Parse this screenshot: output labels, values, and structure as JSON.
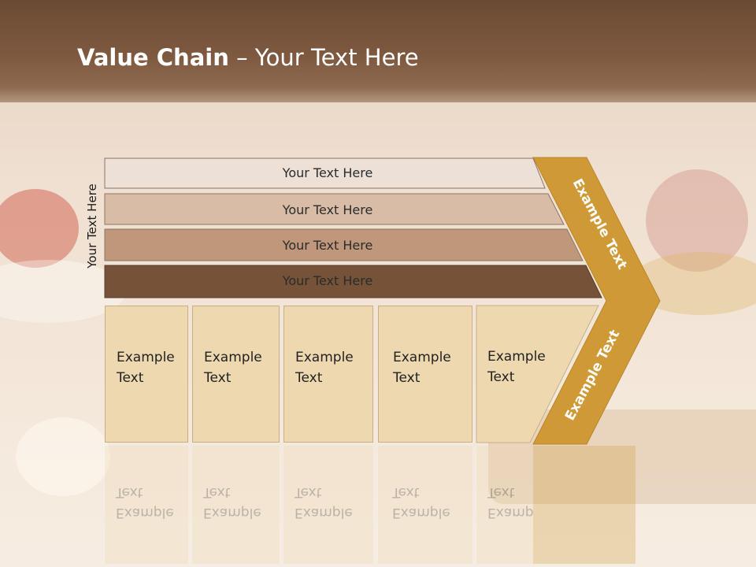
{
  "title": {
    "bold": "Value Chain",
    "rest": " – Your Text Here"
  },
  "side_label": "Your Text Here",
  "bands": [
    {
      "label": "Your Text Here",
      "color": "#ece0d7"
    },
    {
      "label": "Your Text Here",
      "color": "#d9bca6"
    },
    {
      "label": "Your Text Here",
      "color": "#bf977a"
    },
    {
      "label": "Your Text Here",
      "color": "#765239"
    }
  ],
  "boxes": [
    {
      "line1": "Example",
      "line2": "Text"
    },
    {
      "line1": "Example",
      "line2": "Text"
    },
    {
      "line1": "Example",
      "line2": "Text"
    },
    {
      "line1": "Example",
      "line2": "Text"
    },
    {
      "line1": "Example",
      "line2": "Text"
    }
  ],
  "arrow": {
    "upper_label": "Example Text",
    "lower_label": "Example Text",
    "color": "#cf9a36"
  },
  "colors": {
    "header": "#7a5540",
    "box_fill": "#eed8b0"
  }
}
